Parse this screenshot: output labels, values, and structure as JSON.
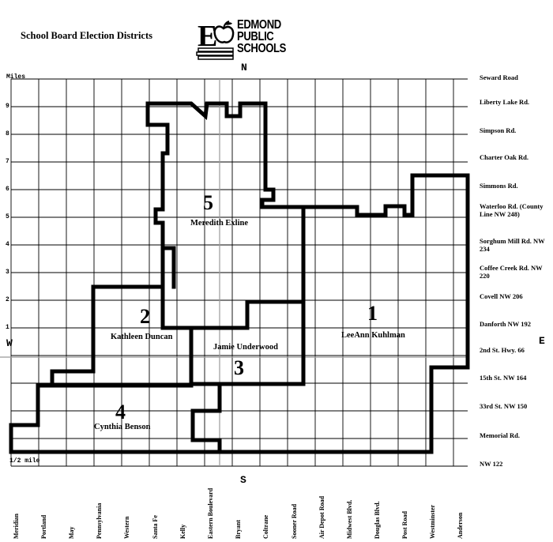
{
  "title": "School Board Election Districts",
  "logo": {
    "initial": "E",
    "lines": [
      "EDMOND",
      "PUBLIC",
      "SCHOOLS"
    ]
  },
  "compass": {
    "north": "N",
    "south": "S",
    "west": "W",
    "east": "E"
  },
  "axis": {
    "units": "Miles",
    "y_ticks": [
      "9",
      "8",
      "7",
      "6",
      "5",
      "4",
      "3",
      "2",
      "1"
    ],
    "scale_note": "1/2 mile"
  },
  "roads_east_west": [
    "Seward Road",
    "Liberty Lake Rd.",
    "Simpson Rd.",
    "Charter Oak Rd.",
    "Simmons Rd.",
    "Waterloo Rd. (County Line NW 248)",
    "Sorghum Mill Rd. NW 234",
    "Coffee Creek Rd. NW 220",
    "Covell NW 206",
    "Danforth NW 192",
    "2nd St. Hwy. 66",
    "15th St. NW 164",
    "33rd St. NW 150",
    "Memorial Rd.",
    "NW 122"
  ],
  "roads_north_south": [
    "Meridian",
    "Portland",
    "May",
    "Pennsylvania",
    "Western",
    "Santa Fe",
    "Kelly",
    "Eastern Boulevard",
    "Bryant",
    "Coltrane",
    "Sooner Road",
    "Air Depot Road",
    "Midwest Blvd.",
    "Douglas Blvd.",
    "Post Road",
    "Westminster",
    "Anderson"
  ],
  "districts": [
    {
      "number": "1",
      "member": "LeeAnn Kuhlman"
    },
    {
      "number": "2",
      "member": "Kathleen Duncan"
    },
    {
      "number": "3",
      "member": "Jamie Underwood"
    },
    {
      "number": "4",
      "member": "Cynthia Benson"
    },
    {
      "number": "5",
      "member": "Meredith Exline"
    }
  ]
}
